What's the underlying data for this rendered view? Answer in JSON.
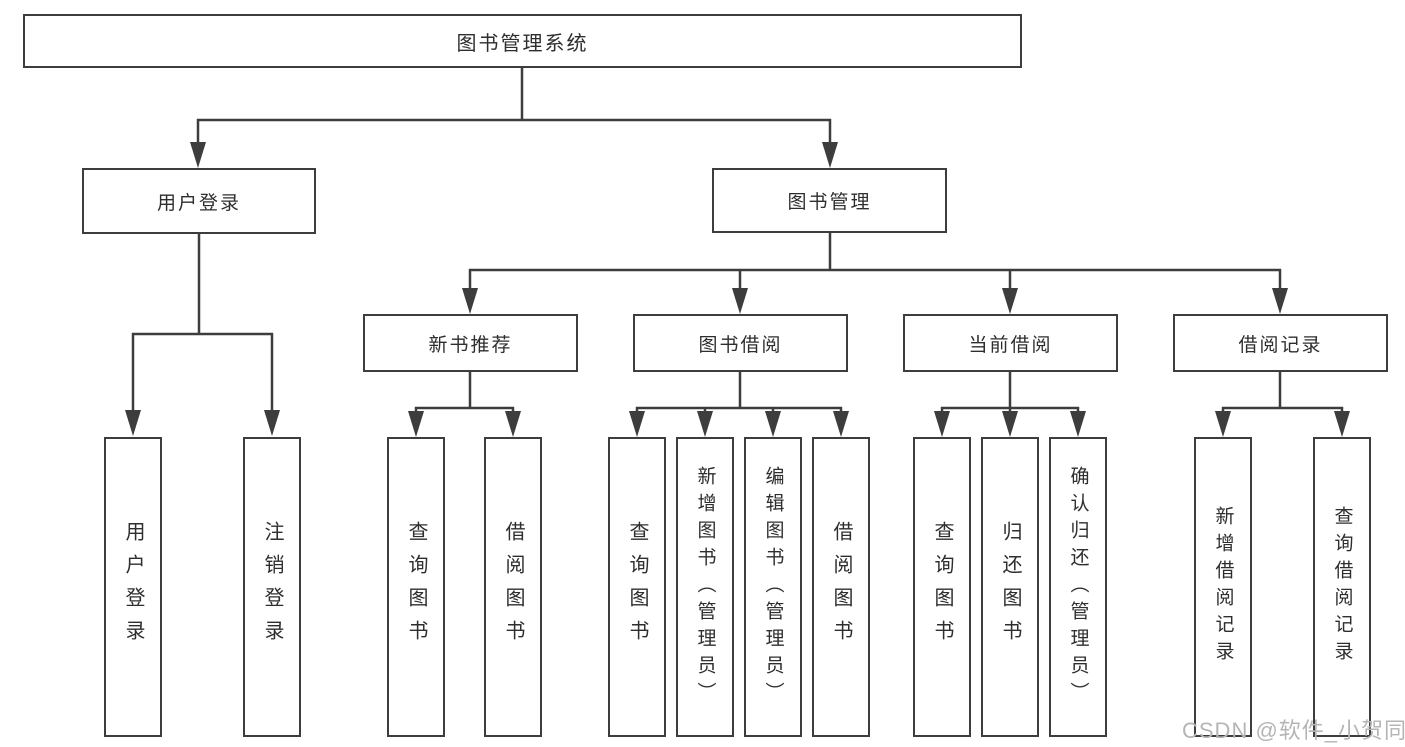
{
  "diagram_type": "hierarchy-tree",
  "colors": {
    "line": "#3d3d3d",
    "box_border": "#3d3d3d",
    "text": "#2e2e2e",
    "watermark": "#b5b5b5",
    "background": "#ffffff"
  },
  "tree": {
    "root": {
      "label": "图书管理系统"
    },
    "branches": [
      {
        "label": "用户登录",
        "children": [
          {
            "label": "用户登录"
          },
          {
            "label": "注销登录"
          }
        ]
      },
      {
        "label": "图书管理",
        "children": [
          {
            "label": "新书推荐",
            "children": [
              {
                "label": "查询图书"
              },
              {
                "label": "借阅图书"
              }
            ]
          },
          {
            "label": "图书借阅",
            "children": [
              {
                "label": "查询图书"
              },
              {
                "label": "新增图书（管理员）"
              },
              {
                "label": "编辑图书（管理员）"
              },
              {
                "label": "借阅图书"
              }
            ]
          },
          {
            "label": "当前借阅",
            "children": [
              {
                "label": "查询图书"
              },
              {
                "label": "归还图书"
              },
              {
                "label": "确认归还（管理员）"
              }
            ]
          },
          {
            "label": "借阅记录",
            "children": [
              {
                "label": "新增借阅记录"
              },
              {
                "label": "查询借阅记录"
              }
            ]
          }
        ]
      }
    ]
  },
  "watermark": "CSDN @软件_小贺同学"
}
